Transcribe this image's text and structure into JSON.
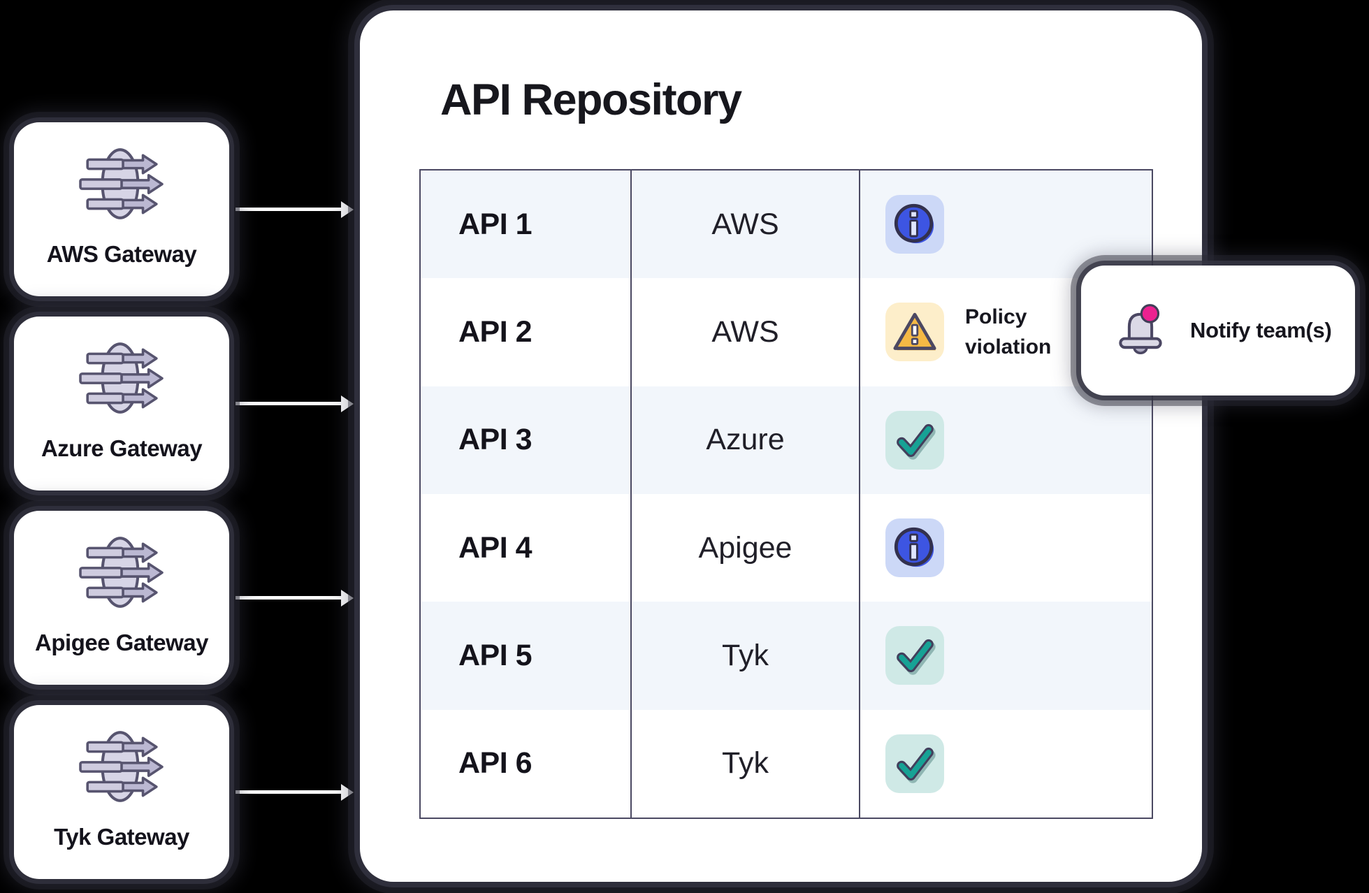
{
  "page": {
    "background": "#000000"
  },
  "gateways": [
    {
      "label": "AWS Gateway"
    },
    {
      "label": "Azure Gateway"
    },
    {
      "label": "Apigee Gateway"
    },
    {
      "label": "Tyk Gateway"
    }
  ],
  "repository": {
    "title": "API Repository",
    "rows": [
      {
        "api": "API 1",
        "provider": "AWS",
        "status": "info",
        "status_label": ""
      },
      {
        "api": "API 2",
        "provider": "AWS",
        "status": "warning",
        "status_label": "Policy violation"
      },
      {
        "api": "API 3",
        "provider": "Azure",
        "status": "check",
        "status_label": ""
      },
      {
        "api": "API 4",
        "provider": "Apigee",
        "status": "info",
        "status_label": ""
      },
      {
        "api": "API 5",
        "provider": "Tyk",
        "status": "check",
        "status_label": ""
      },
      {
        "api": "API 6",
        "provider": "Tyk",
        "status": "check",
        "status_label": ""
      }
    ]
  },
  "notify": {
    "label": "Notify team(s)"
  },
  "icons": {
    "gateway": "gateway-icon",
    "info": "info-icon",
    "warning": "warning-icon",
    "check": "check-icon",
    "bell": "bell-icon"
  },
  "colors": {
    "background": "#000000",
    "card": "#ffffff",
    "table_border": "#4b4962",
    "row_alt": "#f2f6fb",
    "info_badge_bg": "#ccd8f7",
    "info_blue": "#3d55e2",
    "warning_badge_bg": "#fdeeca",
    "warning_amber": "#f5b945",
    "check_badge_bg": "#cfe9e6",
    "check_teal": "#17a295",
    "bell_fill": "#dbd9e6",
    "notify_pink": "#ec2190",
    "icon_outline": "#57546f",
    "text_dark": "#16151d"
  }
}
